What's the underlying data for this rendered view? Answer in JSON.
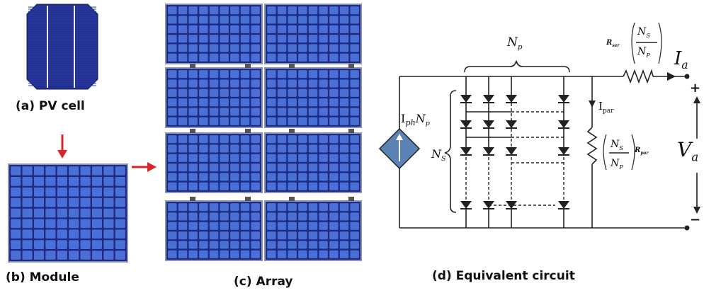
{
  "captions": {
    "cell": "(a) PV cell",
    "module": "(b) Module",
    "array": "(c)  Array",
    "circuit": "(d) Equivalent circuit"
  },
  "circuit_labels": {
    "np": "Np",
    "ns": "NS",
    "source": "IphNp",
    "ipar": "Ipar",
    "rser": "Rser",
    "rpar": "Rpar",
    "ratio_num": "NS",
    "ratio_den": "NP",
    "ia": "Ia",
    "va": "Va",
    "plus": "+",
    "minus": "−"
  },
  "colors": {
    "panel_blue": "#22308f",
    "panel_light": "#4a6fd6",
    "panel_line": "#9fb4ff",
    "arrow_red": "#d9262b",
    "source_fill": "#5b82b5",
    "wire": "#222222"
  }
}
